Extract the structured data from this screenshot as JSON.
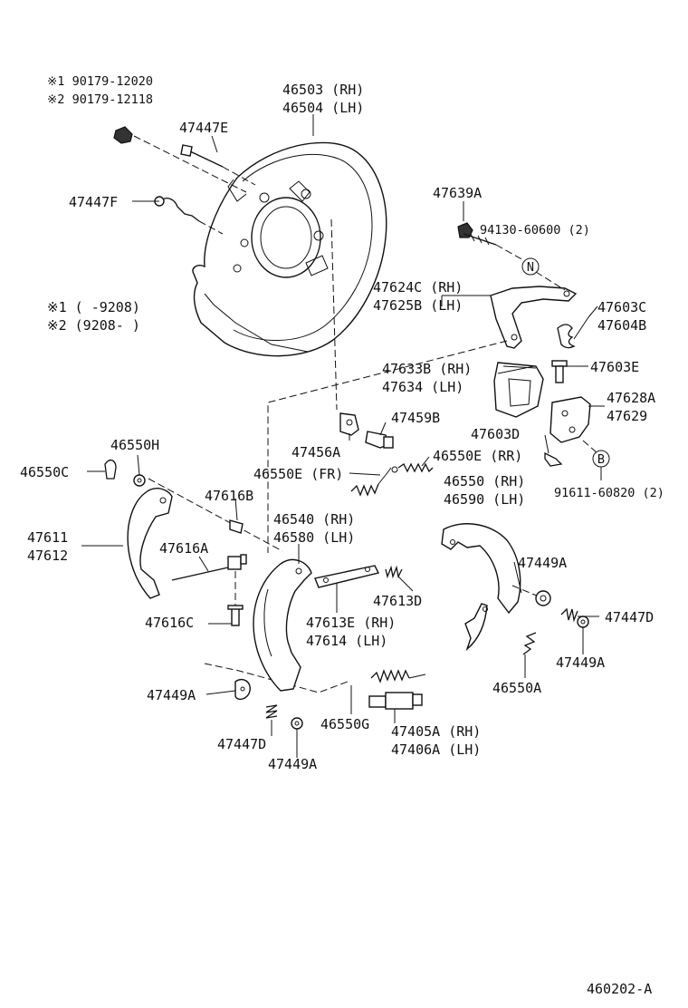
{
  "notes": {
    "n1_code": "※1 90179-12020",
    "n2_code": "※2 90179-12118",
    "n1_range": "※1 (      -9208)",
    "n2_range": "※2 (9208-      )"
  },
  "labels": {
    "p46503": "46503 (RH)",
    "p46504": "46504 (LH)",
    "p47447E": "47447E",
    "p47447F": "47447F",
    "p47639A": "47639A",
    "p94130": "94130-60600 (2)",
    "p47624C": "47624C (RH)",
    "p47625B": "47625B (LH)",
    "p47603C": "47603C",
    "p47604B": "47604B",
    "p47603E": "47603E",
    "p47633B": "47633B (RH)",
    "p47634": "47634 (LH)",
    "p47628A": "47628A",
    "p47629": "47629",
    "p47459B": "47459B",
    "p47603D": "47603D",
    "p47456A": "47456A",
    "p46550E_RR": "46550E (RR)",
    "p46550H": "46550H",
    "p46550C": "46550C",
    "p46550E_FR": "46550E (FR)",
    "p46550": "46550 (RH)",
    "p46590": "46590 (LH)",
    "p91611": "91611-60820 (2)",
    "p47616B": "47616B",
    "p46540": "46540 (RH)",
    "p46580": "46580 (LH)",
    "p47611": "47611",
    "p47612": "47612",
    "p47616A": "47616A",
    "p47449A_r": "47449A",
    "p47613D": "47613D",
    "p47447D_r": "47447D",
    "p47616C": "47616C",
    "p47613E": "47613E (RH)",
    "p47614": "47614 (LH)",
    "p47449A_r2": "47449A",
    "p47449A_l": "47449A",
    "p46550A": "46550A",
    "p46550G": "46550G",
    "p47405A": "47405A (RH)",
    "p47406A": "47406A (LH)",
    "p47447D_l": "47447D",
    "p47449A_b": "47449A",
    "circle_N": "N",
    "circle_B": "B"
  },
  "footer": {
    "figure_id": "460202-A"
  }
}
